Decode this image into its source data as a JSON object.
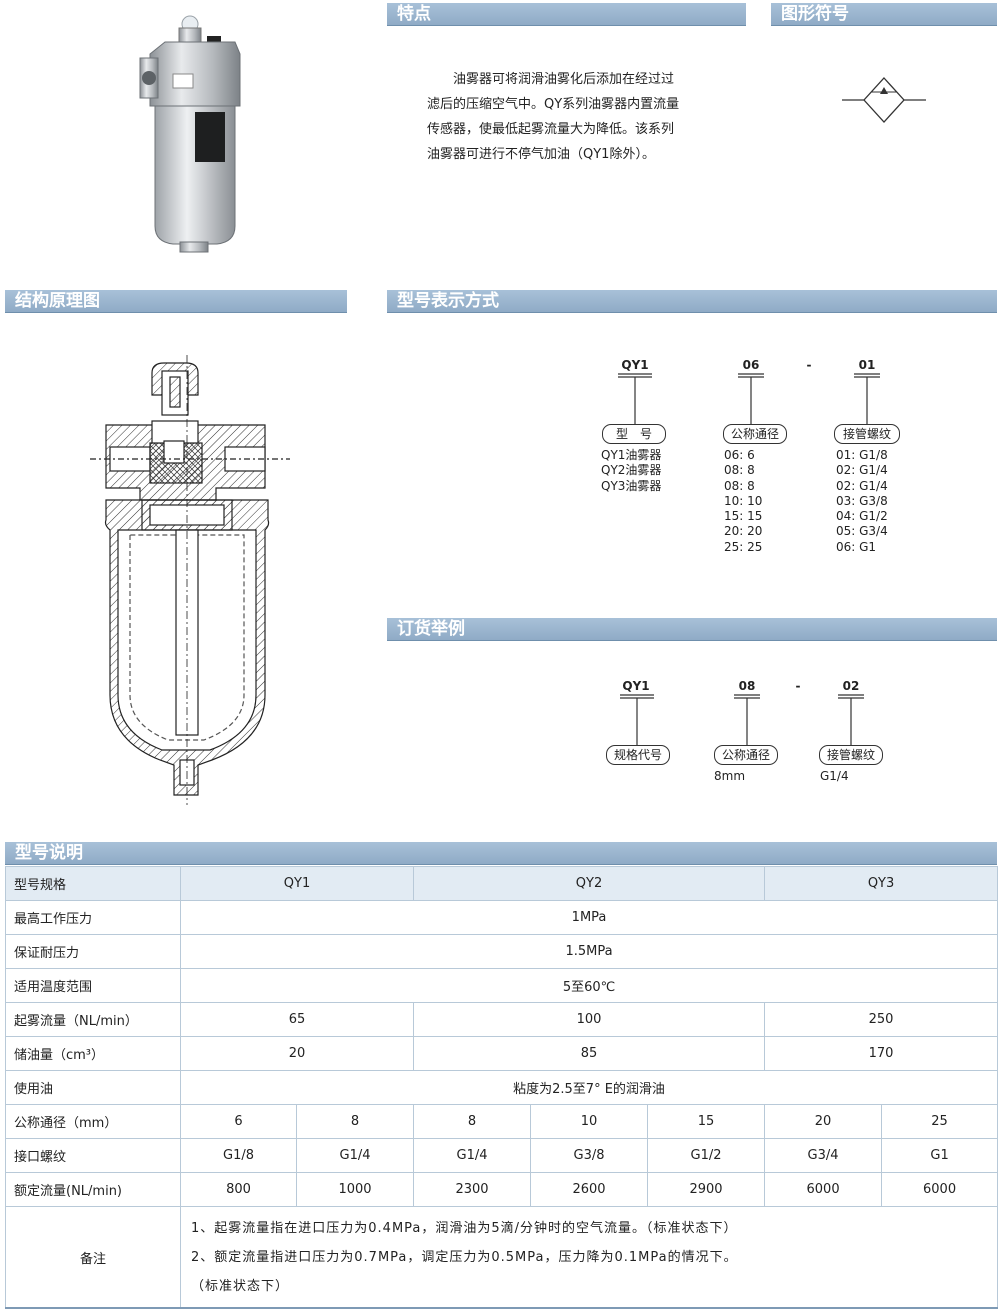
{
  "sections": {
    "features": "特点",
    "symbol": "图形符号",
    "structure": "结构原理图",
    "model_format": "型号表示方式",
    "order_example": "订货举例",
    "model_spec": "型号说明"
  },
  "description": [
    "油雾器可将润滑油雾化后添加在经过过",
    "滤后的压缩空气中。QY系列油雾器内置流量",
    "传感器，使最低起雾流量大为降低。该系列",
    "油雾器可进行不停气加油（QY1除外）。"
  ],
  "model_code": {
    "seg1": "QY1",
    "seg2": "06",
    "dash": "-",
    "seg3": "01",
    "label1": "型　号",
    "label2": "公称通径",
    "label3": "接管螺纹",
    "types": [
      "QY1油雾器",
      "QY2油雾器",
      "QY3油雾器"
    ],
    "bores": [
      "06: 6",
      "08: 8",
      "08: 8",
      "10: 10",
      "15: 15",
      "20: 20",
      "25: 25"
    ],
    "threads": [
      "01: G1/8",
      "02: G1/4",
      "02: G1/4",
      "03: G3/8",
      "04: G1/2",
      "05: G3/4",
      "06: G1"
    ]
  },
  "order": {
    "seg1": "QY1",
    "seg2": "08",
    "dash": "-",
    "seg3": "02",
    "label1": "规格代号",
    "label2": "公称通径",
    "label3": "接管螺纹",
    "value2": "8mm",
    "value3": "G1/4"
  },
  "table": {
    "header": [
      "型号规格",
      "QY1",
      "QY2",
      "QY3"
    ],
    "max_pressure": [
      "最高工作压力",
      "1MPa"
    ],
    "proof_pressure": [
      "保证耐压力",
      "1.5MPa"
    ],
    "temp_range": [
      "适用温度范围",
      "5至60℃"
    ],
    "mist_flow": [
      "起雾流量（NL/min）",
      "65",
      "100",
      "250"
    ],
    "oil_capacity": [
      "储油量（cm³）",
      "20",
      "85",
      "170"
    ],
    "oil": [
      "使用油",
      "粘度为2.5至7° E的润滑油"
    ],
    "bore": [
      "公称通径（mm）",
      "6",
      "8",
      "8",
      "10",
      "15",
      "20",
      "25"
    ],
    "thread": [
      "接口螺纹",
      "G1/8",
      "G1/4",
      "G1/4",
      "G3/8",
      "G1/2",
      "G3/4",
      "G1"
    ],
    "rated_flow": [
      "额定流量(NL/min)",
      "800",
      "1000",
      "2300",
      "2600",
      "2900",
      "6000",
      "6000"
    ],
    "notes_label": "备注",
    "notes": [
      "1、起雾流量指在进口压力为0.4MPa，润滑油为5滴/分钟时的空气流量。（标准状态下）",
      "2、额定流量指进口压力为0.7MPa，调定压力为0.5MPa，压力降为0.1MPa的情况下。",
      "（标准状态下）"
    ]
  },
  "colors": {
    "header_bar": "#93aec9",
    "table_header": "#e2ebf3",
    "table_border": "#b8c9d8"
  }
}
